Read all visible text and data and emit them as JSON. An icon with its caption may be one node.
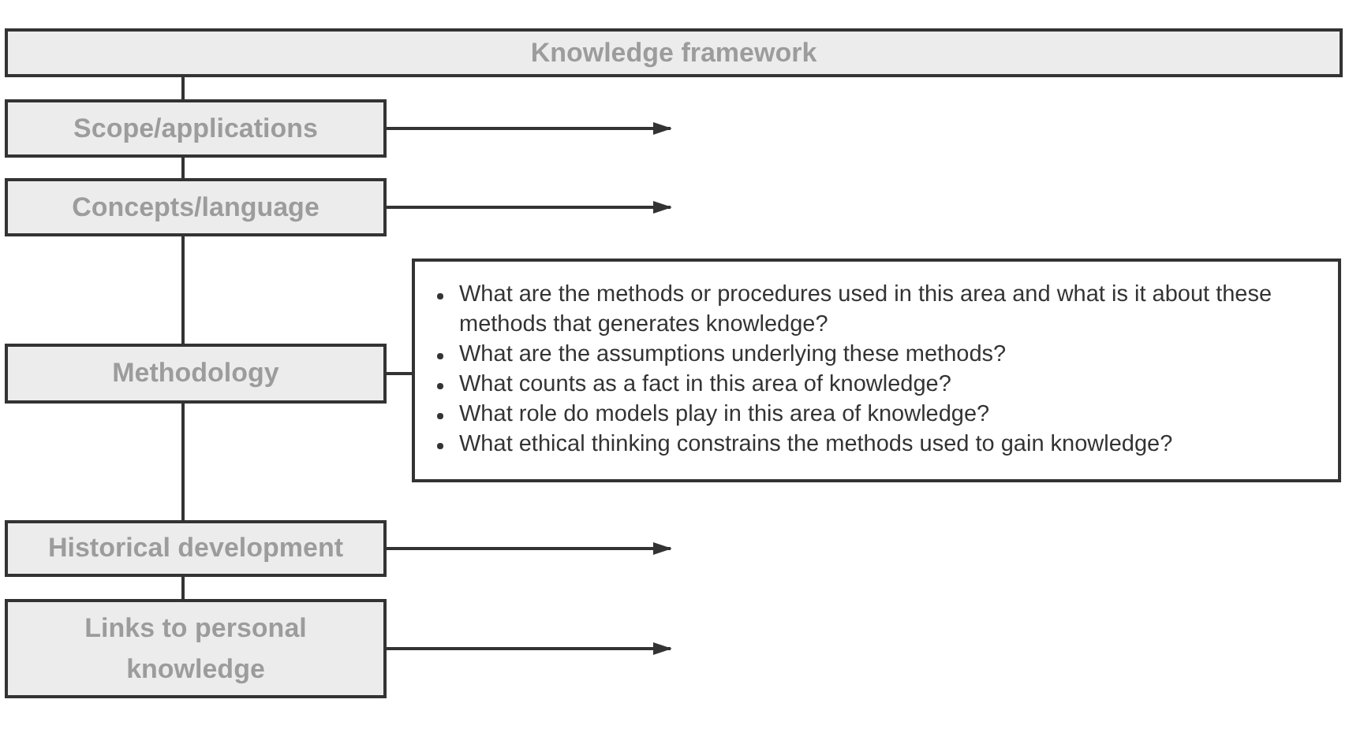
{
  "diagram": {
    "nodes": [
      {
        "text": [
          "Knowledge framework"
        ]
      },
      {
        "text": [
          "Scope/applications"
        ]
      },
      {
        "text": [
          "Concepts/language"
        ]
      },
      {
        "text": [
          "Methodology"
        ]
      },
      {
        "text": [
          "Historical development"
        ]
      },
      {
        "text": [
          "Links to personal knowledge"
        ]
      },
      {
        "text": [
          "What are the methods or procedures used in this area and what is it about these methods that generates knowledge?",
          "What are the assumptions underlying these methods?",
          "What counts as a fact in this area of knowledge?",
          "What role do models play in this area of knowledge?",
          "What ethical thinking constrains the methods used to gain knowledge?"
        ]
      }
    ],
    "edges": [
      {
        "from": 0,
        "to": 1,
        "arrow": "none"
      },
      {
        "from": 1,
        "to": 2,
        "arrow": "none"
      },
      {
        "from": 2,
        "to": 3,
        "arrow": "none"
      },
      {
        "from": 3,
        "to": 4,
        "arrow": "none"
      },
      {
        "from": 4,
        "to": 5,
        "arrow": "none"
      },
      {
        "from": 3,
        "to": 6,
        "arrow": "none"
      },
      {
        "from": 1,
        "to": null,
        "arrow": "to"
      },
      {
        "from": 2,
        "to": null,
        "arrow": "to"
      },
      {
        "from": 4,
        "to": null,
        "arrow": "to"
      },
      {
        "from": 5,
        "to": null,
        "arrow": "to"
      }
    ]
  }
}
